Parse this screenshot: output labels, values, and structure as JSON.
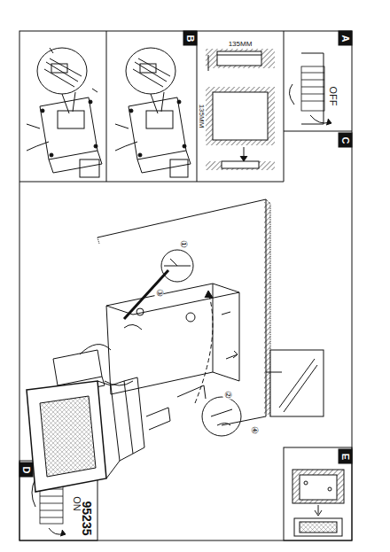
{
  "diagram": {
    "labels": [
      "A",
      "B",
      "C",
      "D",
      "E",
      "135MM",
      "135MM",
      "OFF",
      "ON",
      "95235",
      "①",
      "②",
      "③",
      "④"
    ]
  }
}
